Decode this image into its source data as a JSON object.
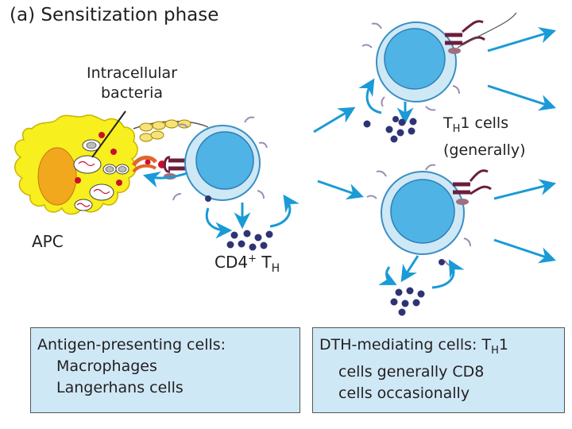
{
  "title": "(a) Sensitization phase",
  "labels": {
    "intracellular_line1": "Intracellular",
    "intracellular_line2": "bacteria",
    "apc": "APC",
    "cd4_prefix": "CD4",
    "cd4_sup": "+",
    "cd4_t": " T",
    "cd4_sub": "H",
    "th1_t": "T",
    "th1_sub": "H",
    "th1_rest": "1 cells",
    "th1_line2": "(generally)"
  },
  "box_left": {
    "heading": "Antigen-presenting cells:",
    "items": [
      "Macrophages",
      "Langerhans cells"
    ]
  },
  "box_right": {
    "heading_prefix": "DTH-mediating cells: T",
    "heading_sub": "H",
    "heading_suffix": "1",
    "line2": "cells generally CD8",
    "line3": "cells occasionally"
  },
  "colors": {
    "apc_fill": "#f7ef1e",
    "apc_nucleus": "#f2a81d",
    "cell_fill": "#cfe8f6",
    "cell_nucleus": "#4fb3e6",
    "arrow": "#1a9ad6",
    "cytokine": "#2e3473",
    "receptor": "#6b1e3c",
    "bacteria_dot": "#c8102e"
  }
}
